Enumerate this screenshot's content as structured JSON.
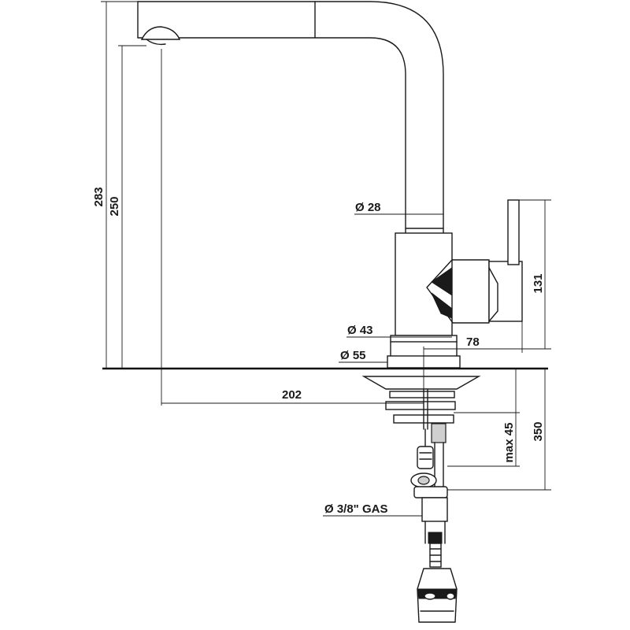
{
  "dimensions": {
    "total_height": "283",
    "spout_height": "250",
    "spout_diameter": "Ø 28",
    "body_diameter": "Ø 43",
    "base_diameter": "Ø 55",
    "handle_reach": "78",
    "spout_reach": "202",
    "total_length": "131",
    "max_deck_thickness": "max 45",
    "below_deck": "350",
    "connection": "Ø 3/8\" GAS"
  }
}
